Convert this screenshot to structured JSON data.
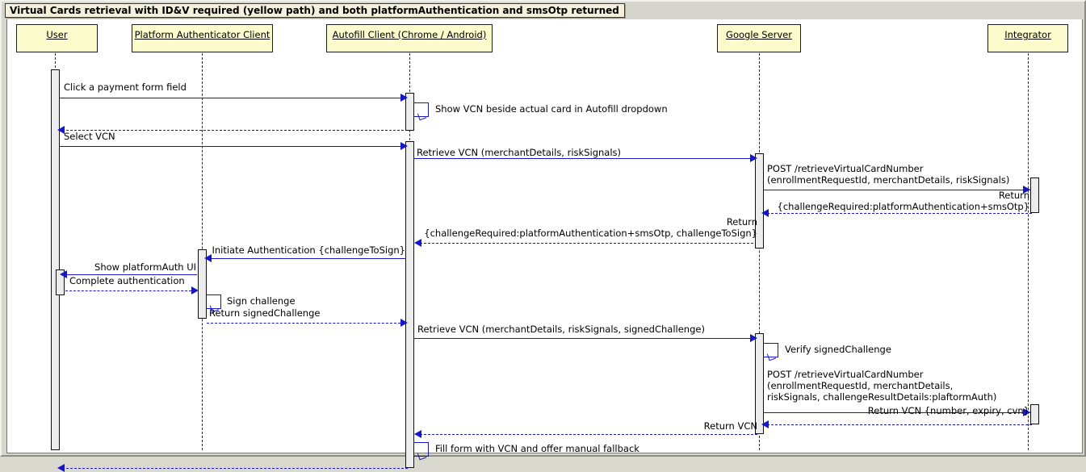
{
  "diagram": {
    "type": "uml-sequence-diagram",
    "title": "Virtual Cards retrieval with ID&V required (yellow path) and both platformAuthentication and smsOtp returned",
    "colors": {
      "participant_fill": "#fbfbcc",
      "participant_border": "#1a1a1a",
      "message_line": "#1616c8",
      "activation_fill": "#ececec",
      "frame_background": "#d6d6cc",
      "canvas_background": "#ffffff",
      "title_fill": "#f5f0dc"
    },
    "participants": [
      {
        "id": "user",
        "label": "User"
      },
      {
        "id": "platformauth",
        "label": "Platform Authenticator Client"
      },
      {
        "id": "autofill",
        "label": "Autofill Client (Chrome / Android)"
      },
      {
        "id": "google",
        "label": "Google Server"
      },
      {
        "id": "integrator",
        "label": "Integrator"
      }
    ],
    "messages": [
      {
        "n": 1,
        "from": "user",
        "to": "autofill",
        "kind": "sync",
        "text": "Click a payment form field"
      },
      {
        "n": 2,
        "from": "autofill",
        "to": "autofill",
        "kind": "self",
        "text": "Show VCN beside actual card in Autofill dropdown"
      },
      {
        "n": 3,
        "from": "autofill",
        "to": "user",
        "kind": "return",
        "text": ""
      },
      {
        "n": 4,
        "from": "user",
        "to": "autofill",
        "kind": "sync",
        "text": "Select VCN"
      },
      {
        "n": 5,
        "from": "autofill",
        "to": "google",
        "kind": "sync",
        "text": "Retrieve VCN (merchantDetails, riskSignals)"
      },
      {
        "n": 6,
        "from": "google",
        "to": "integrator",
        "kind": "sync",
        "text": "POST /retrieveVirtualCardNumber\n(enrollmentRequestId, merchantDetails, riskSignals)"
      },
      {
        "n": 7,
        "from": "integrator",
        "to": "google",
        "kind": "return",
        "text": "Return\n{challengeRequired:platformAuthentication+smsOtp}"
      },
      {
        "n": 8,
        "from": "google",
        "to": "autofill",
        "kind": "return",
        "text": "Return\n{challengeRequired:platformAuthentication+smsOtp, challengeToSign}"
      },
      {
        "n": 9,
        "from": "autofill",
        "to": "platformauth",
        "kind": "sync",
        "text": "Initiate Authentication {challengeToSign}"
      },
      {
        "n": 10,
        "from": "platformauth",
        "to": "user",
        "kind": "sync",
        "text": "Show platformAuth UI"
      },
      {
        "n": 11,
        "from": "user",
        "to": "platformauth",
        "kind": "return",
        "text": "Complete authentication"
      },
      {
        "n": 12,
        "from": "platformauth",
        "to": "platformauth",
        "kind": "self",
        "text": "Sign challenge"
      },
      {
        "n": 13,
        "from": "platformauth",
        "to": "autofill",
        "kind": "return",
        "text": "Return signedChallenge"
      },
      {
        "n": 14,
        "from": "autofill",
        "to": "google",
        "kind": "sync",
        "text": "Retrieve VCN (merchantDetails, riskSignals, signedChallenge)"
      },
      {
        "n": 15,
        "from": "google",
        "to": "google",
        "kind": "self",
        "text": "Verify signedChallenge"
      },
      {
        "n": 16,
        "from": "google",
        "to": "integrator",
        "kind": "sync",
        "text": "POST /retrieveVirtualCardNumber\n(enrollmentRequestId, merchantDetails,\nriskSignals, challengeResultDetails:plaftormAuth)"
      },
      {
        "n": 17,
        "from": "integrator",
        "to": "google",
        "kind": "return",
        "text": "Return VCN {number, expiry, cvn}"
      },
      {
        "n": 18,
        "from": "google",
        "to": "autofill",
        "kind": "return",
        "text": "Return VCN"
      },
      {
        "n": 19,
        "from": "autofill",
        "to": "autofill",
        "kind": "self",
        "text": "Fill form with VCN and offer manual fallback"
      },
      {
        "n": 20,
        "from": "autofill",
        "to": "user",
        "kind": "return",
        "text": ""
      }
    ]
  }
}
